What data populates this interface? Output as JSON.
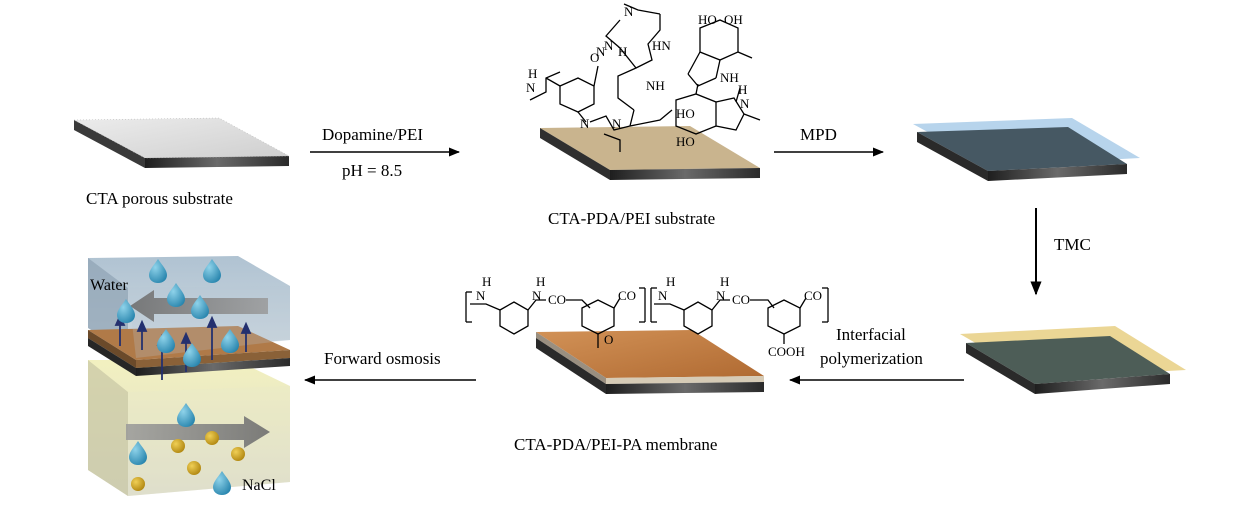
{
  "labels": {
    "substrate": "CTA porous substrate",
    "step1_reagent": "Dopamine/PEI",
    "step1_ph": "pH = 8.5",
    "pda_substrate": "CTA-PDA/PEI substrate",
    "step2_reagent": "MPD",
    "step3_reagent": "TMC",
    "step4_line1": "Interfacial",
    "step4_line2": "polymerization",
    "membrane": "CTA-PDA/PEI-PA membrane",
    "step5": "Forward osmosis",
    "water": "Water",
    "salt": "NaCl"
  },
  "chem": {
    "pda_atoms": [
      "H",
      "N",
      "O",
      "N",
      "N",
      "N",
      "NH",
      "HN",
      "N",
      "H",
      "N",
      "HO",
      "OH",
      "NH",
      "H",
      "N",
      "HO",
      "HO"
    ],
    "pa_atoms": [
      "H",
      "N",
      "H",
      "N",
      "CO",
      "CO",
      "O",
      "H",
      "N",
      "H",
      "N",
      "CO",
      "CO",
      "COOH"
    ]
  },
  "colors": {
    "substrate_top": "#dcdcdc",
    "pda_top": "#c9b48e",
    "mpd_top": "#3f5560",
    "tmc_top": "#e9d289",
    "pa_top": "#c07a3e",
    "base_dark": "#2d2d2d",
    "water_panel": "#9fb4c6",
    "salt_panel": "#e9e8bd",
    "droplet": "#2d8fb4",
    "salt_ion": "#c99a16",
    "arrow_up": "#24306f"
  },
  "icons": [
    "droplet-icon",
    "salt-ion-icon",
    "arrow-icon"
  ]
}
